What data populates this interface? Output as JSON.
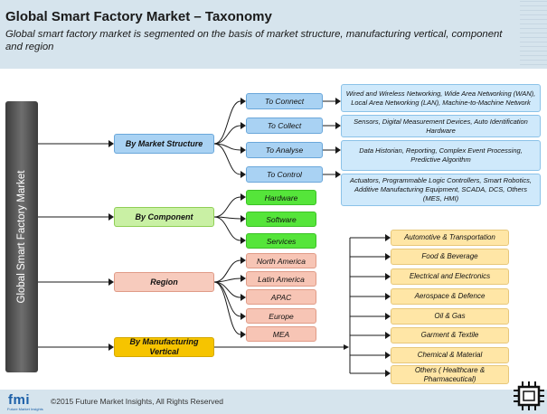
{
  "header": {
    "title": "Global Smart Factory Market – Taxonomy",
    "subtitle": "Global smart factory market is segmented on the basis of market structure, manufacturing vertical, component and region"
  },
  "root_label": "Global Smart Factory Market",
  "segments": {
    "market_structure": {
      "label": "By Market Structure",
      "items": [
        {
          "label": "To Connect",
          "detail": "Wired and Wireless Networking, Wide Area Networking (WAN), Local Area Networking (LAN), Machine-to-Machine Network"
        },
        {
          "label": "To Collect",
          "detail": "Sensors, Digital Measurement Devices, Auto Identification Hardware"
        },
        {
          "label": "To Analyse",
          "detail": "Data Historian, Reporting, Complex Event Processing, Predictive Algorithm"
        },
        {
          "label": "To Control",
          "detail": "Actuators, Programmable Logic Controllers, Smart Robotics, Additive Manufacturing Equipment, SCADA, DCS, Others (MES, HMI)"
        }
      ]
    },
    "component": {
      "label": "By Component",
      "items": [
        "Hardware",
        "Software",
        "Services"
      ]
    },
    "region": {
      "label": "Region",
      "items": [
        "North America",
        "Latin America",
        "APAC",
        "Europe",
        "MEA"
      ]
    },
    "vertical": {
      "label_line1": "By Manufacturing",
      "label_line2": "Vertical",
      "items": [
        "Automotive & Transportation",
        "Food & Beverage",
        "Electrical and Electronics",
        "Aerospace & Defence",
        "Oil & Gas",
        "Garment & Textile",
        "Chemical & Material",
        "Others ( Healthcare & Pharmaceutical)"
      ]
    }
  },
  "footer": {
    "copyright": "©2015 Future Market Insights, All Rights Reserved",
    "logo_text": "fmi",
    "logo_subtext": "Future Market Insights"
  },
  "colors": {
    "market_structure": "#a9d2f3",
    "component": "#c9f0a4",
    "component_items": "#55e53a",
    "region": "#f7cbbd",
    "vertical": "#f6c400",
    "vertical_items": "#ffe6a6",
    "detail_boxes": "#cfe9fb"
  },
  "icons": [
    "chip-icon",
    "fmi-logo"
  ]
}
